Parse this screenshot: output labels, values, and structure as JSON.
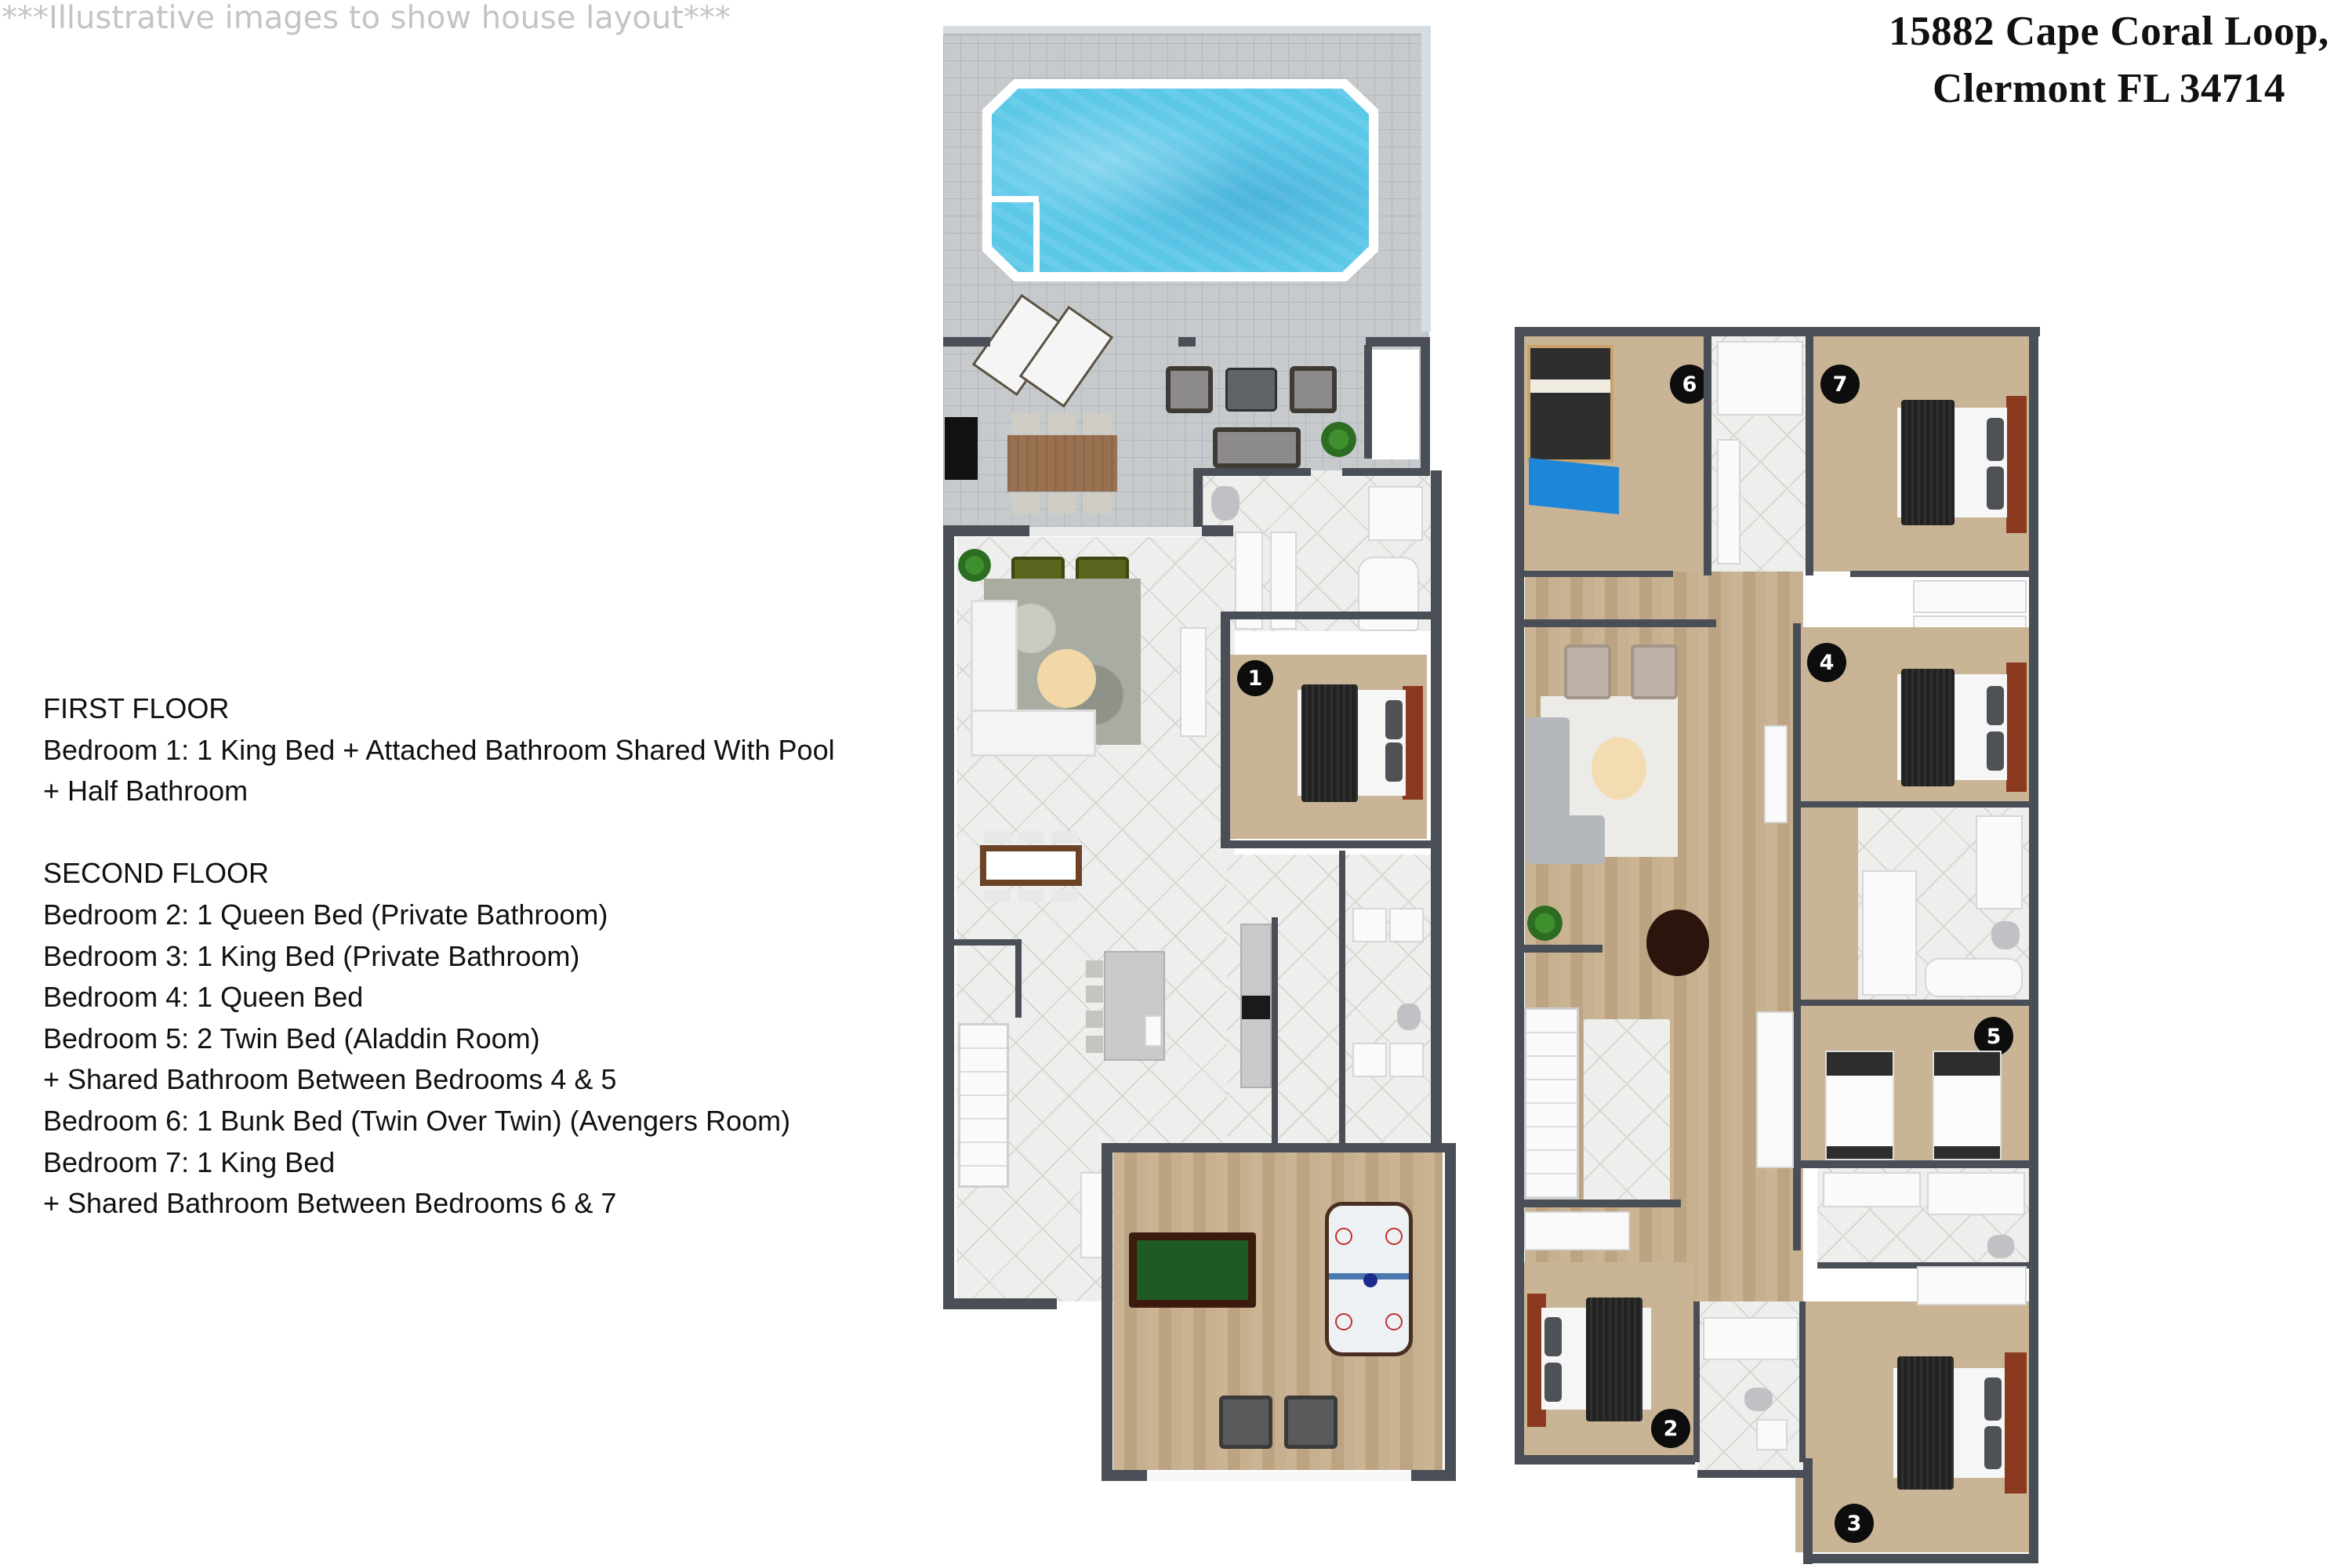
{
  "header": {
    "disclaimer": "***Illustrative images to show house layout***",
    "address_line1": "15882 Cape Coral Loop,",
    "address_line2": "Clermont FL 34714"
  },
  "description": {
    "first_floor": {
      "heading": "FIRST FLOOR",
      "lines": [
        "Bedroom 1: 1 King Bed + Attached Bathroom Shared With Pool",
        "+ Half Bathroom"
      ]
    },
    "second_floor": {
      "heading": "SECOND FLOOR",
      "lines": [
        "Bedroom 2: 1 Queen Bed (Private Bathroom)",
        "Bedroom 3: 1 King Bed (Private Bathroom)",
        "Bedroom 4: 1 Queen Bed",
        "Bedroom 5: 2 Twin Bed (Aladdin Room)",
        "+ Shared Bathroom Between Bedrooms 4 & 5",
        "Bedroom 6: 1 Bunk Bed (Twin Over Twin) (Avengers Room)",
        "Bedroom 7: 1 King Bed",
        "+ Shared Bathroom Between Bedrooms 6 & 7"
      ]
    }
  },
  "floor_plans": {
    "first_floor": {
      "areas": [
        "pool",
        "pool-deck",
        "outdoor-dining",
        "outdoor-lounge",
        "pool-bathroom",
        "living-room",
        "dining-area",
        "kitchen",
        "half-bathroom",
        "laundry",
        "stairs",
        "game-room",
        "bedroom-1"
      ],
      "bedroom_badges": [
        "1"
      ],
      "game_room_items": [
        "pool-table",
        "air-hockey-table",
        "armchairs"
      ]
    },
    "second_floor": {
      "areas": [
        "loft-living",
        "loft-dining",
        "stairs",
        "bedroom-2",
        "bedroom-3",
        "bedroom-4",
        "bedroom-5",
        "bedroom-6",
        "bedroom-7",
        "bath-6-7",
        "bath-4-5",
        "bath-2",
        "bath-3"
      ],
      "bedroom_badges": [
        "2",
        "3",
        "4",
        "5",
        "6",
        "7"
      ]
    }
  },
  "colors": {
    "wall": "#4a4e57",
    "carpet": "#c9b596",
    "wood": "#c4ab88",
    "pool_water": "#5cc8e8",
    "badge": "#0d0d0d",
    "disclaimer_text": "#c4c4c4"
  }
}
